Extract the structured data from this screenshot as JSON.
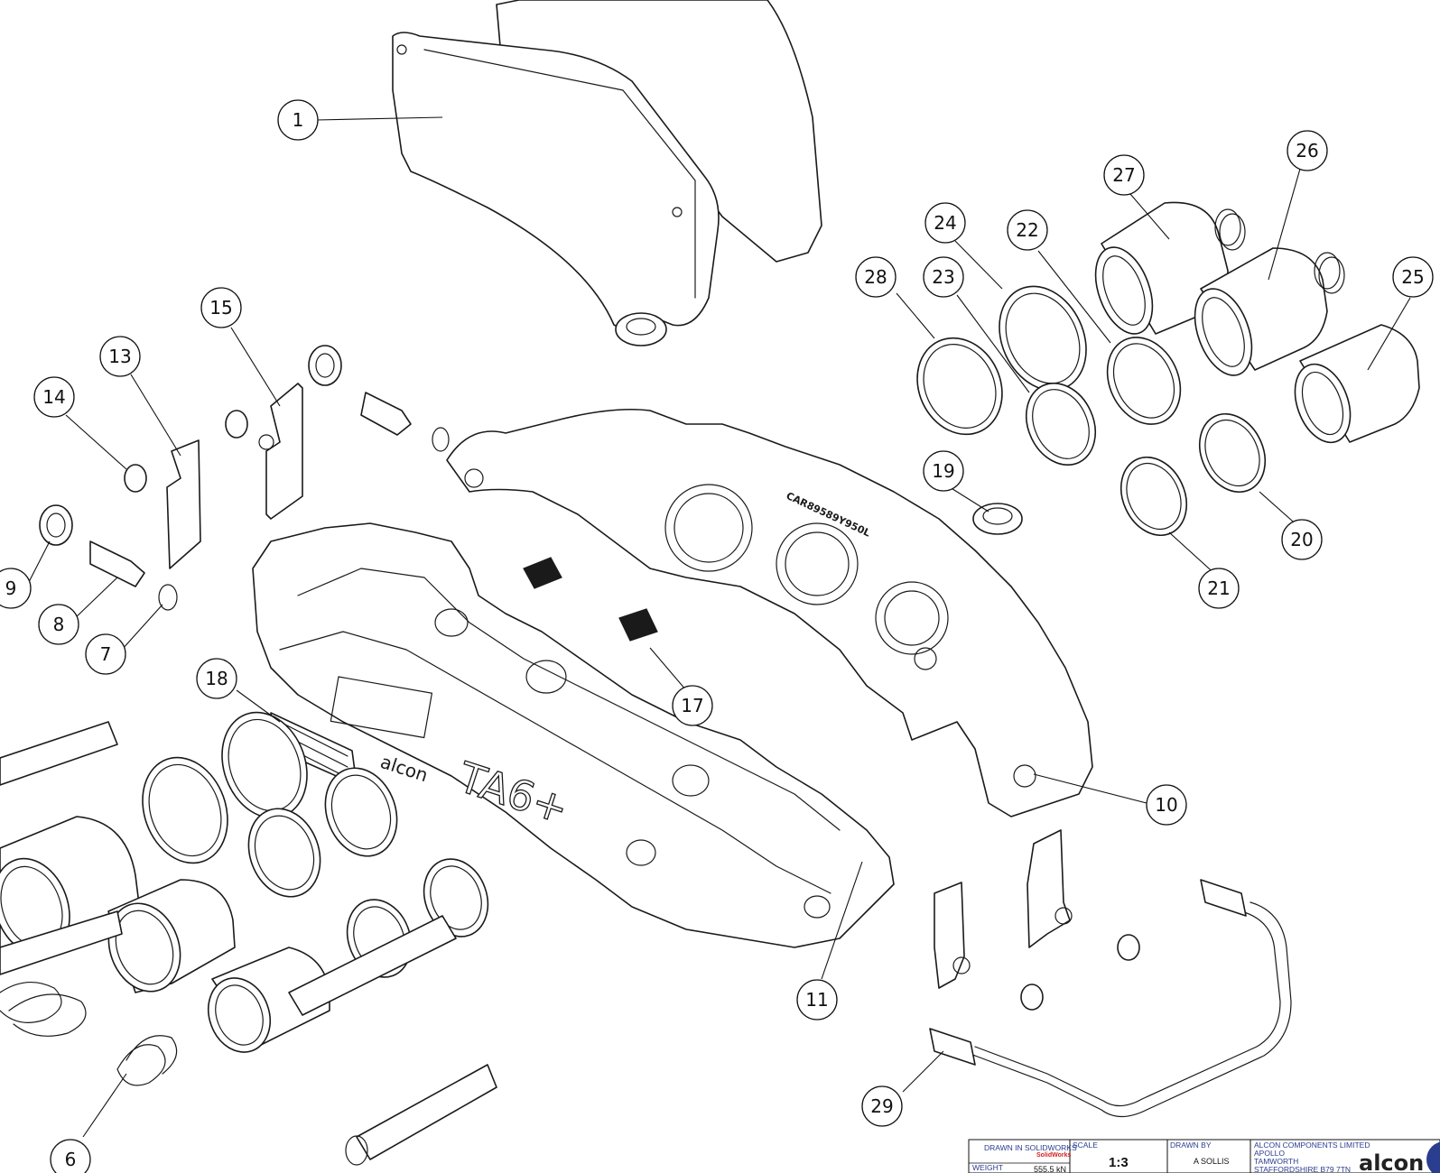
{
  "callouts": [
    "1",
    "26",
    "27",
    "24",
    "22",
    "25",
    "28",
    "23",
    "15",
    "13",
    "14",
    "19",
    "9",
    "8",
    "20",
    "21",
    "7",
    "17",
    "18",
    "10",
    "11",
    "29",
    "6"
  ],
  "caliper_branding": {
    "brand": "alcon",
    "model": "TA6+",
    "casting_code": "CAR89589Y950L"
  },
  "title_block": {
    "drawn_in": "DRAWN IN SOLIDWORKS",
    "solidworks_label": "SolidWorks",
    "scale_label": "SCALE",
    "scale_value": "1:3",
    "weight_label": "WEIGHT",
    "weight_value": "555.5 kN",
    "drawn_by_label": "DRAWN BY",
    "drawn_by_value": "A SOLLIS",
    "company": "ALCON COMPONENTS LIMITED",
    "address_1": "APOLLO",
    "address_2": "TAMWORTH",
    "address_3": "STAFFORDSHIRE B79 7TN",
    "logo": "alcon"
  },
  "colors": {
    "ink": "#1a1a1a",
    "title_block_blue": "#2a3d8f",
    "solidworks_red": "#d42020"
  }
}
